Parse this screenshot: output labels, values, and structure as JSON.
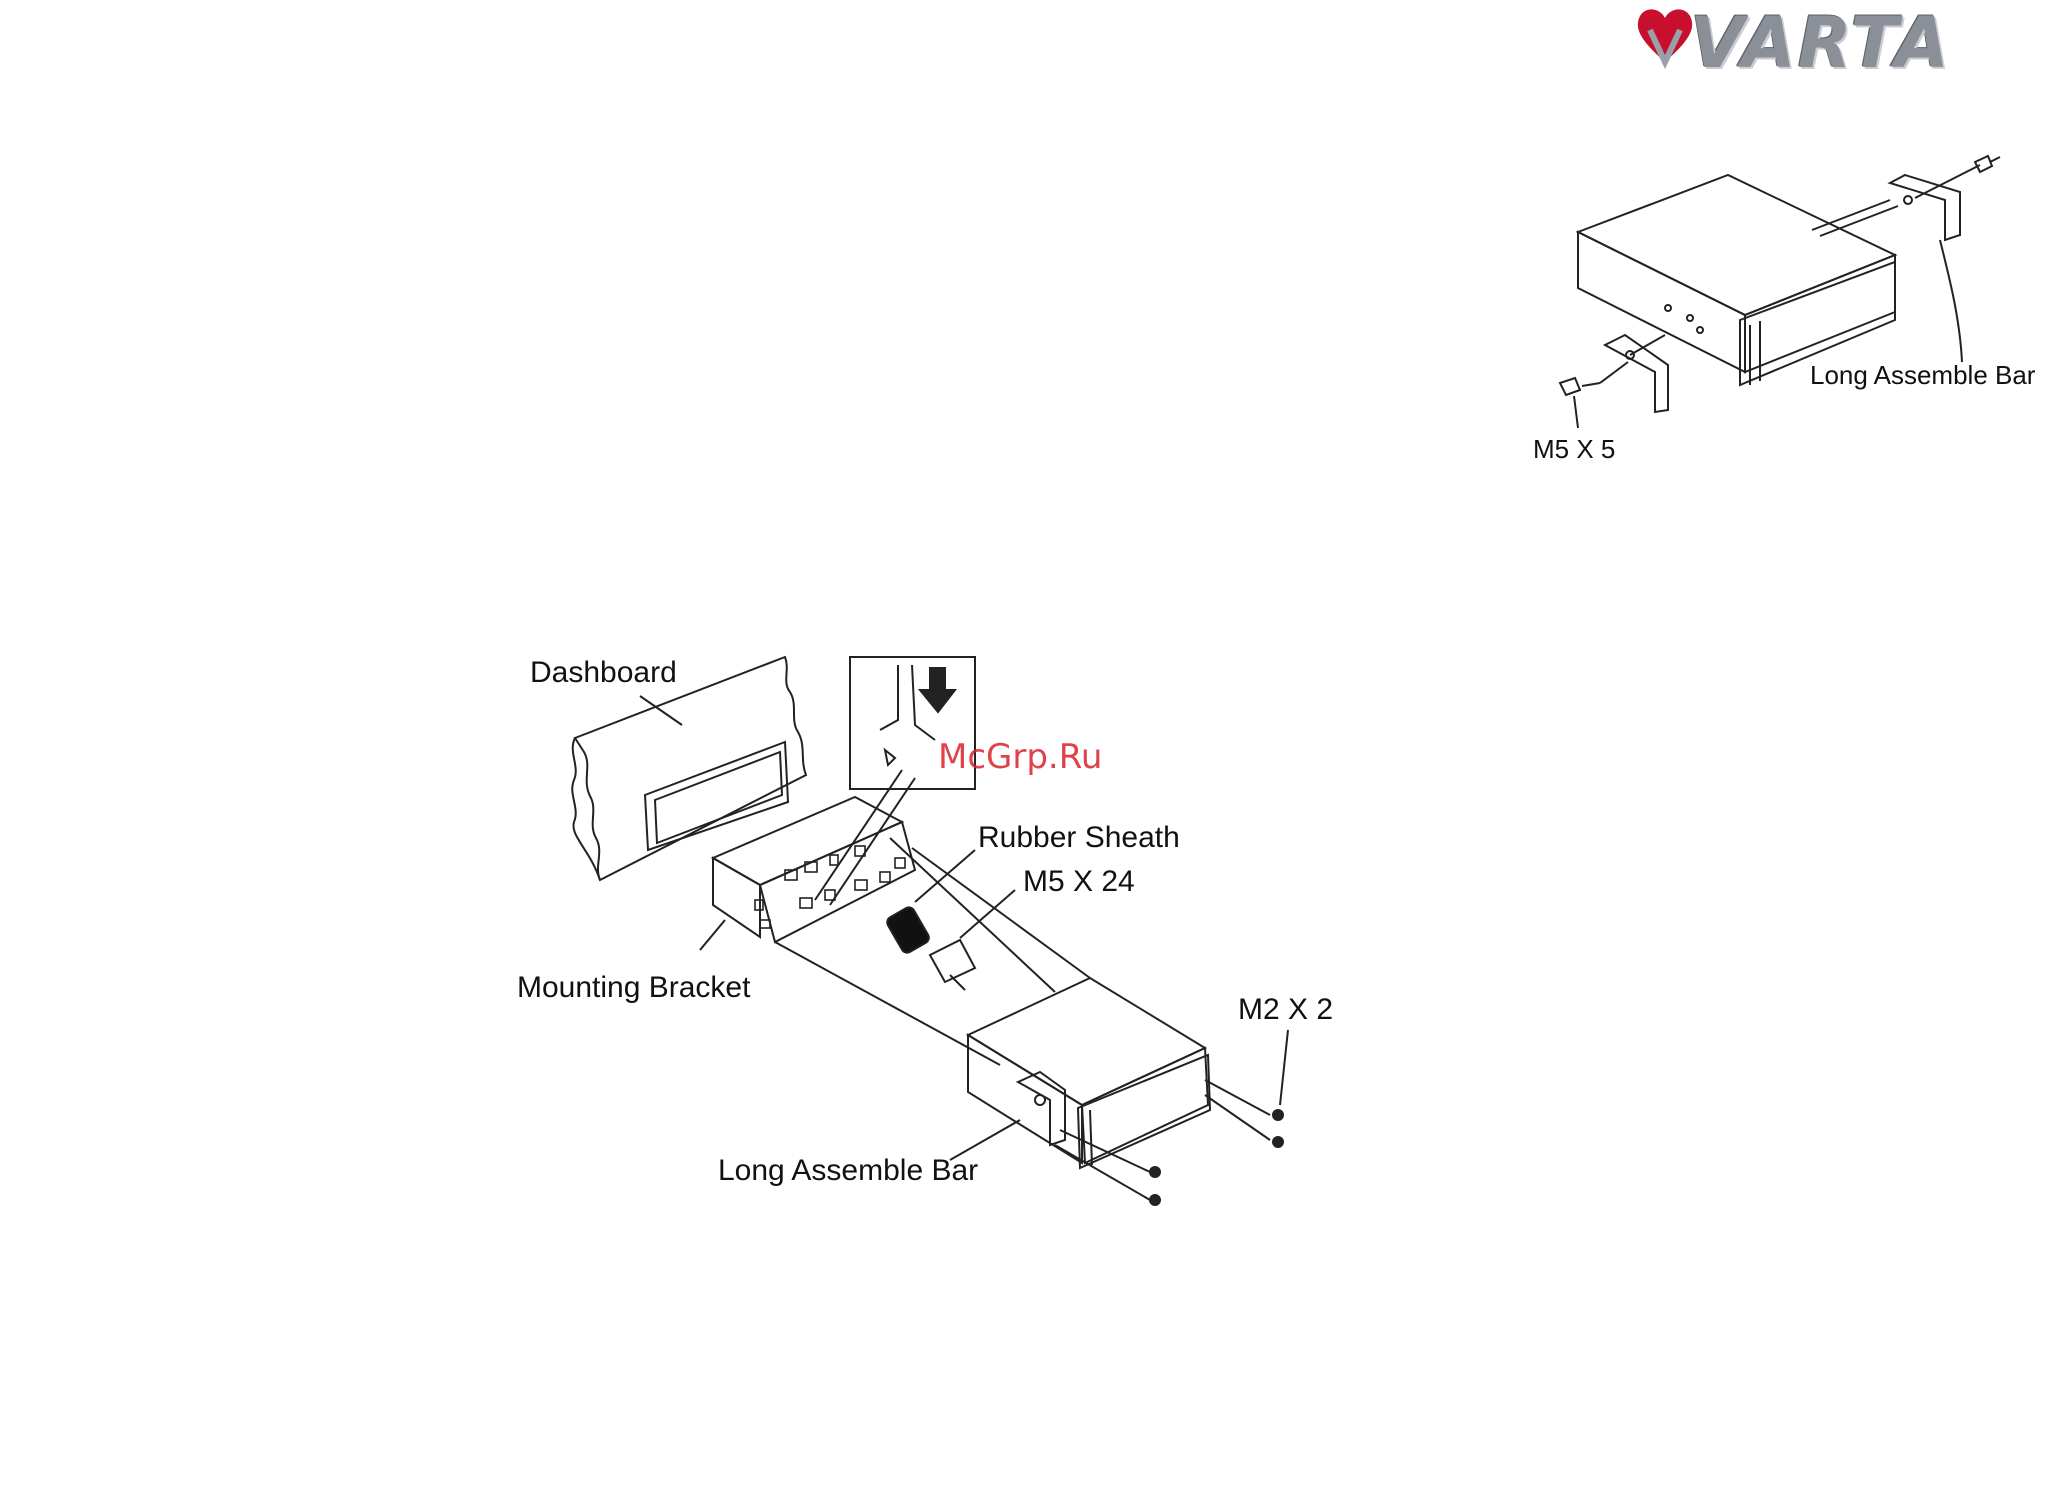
{
  "brand": {
    "logo_text": "VARTA",
    "logo_color": "#8a8f98",
    "heart_color": "#c8102e"
  },
  "watermark": "McGrp.Ru",
  "figure_top": {
    "labels": {
      "long_assemble_bar": "Long Assemble Bar",
      "screw": "M5 X 5"
    }
  },
  "figure_main": {
    "labels": {
      "dashboard": "Dashboard",
      "rubber_sheath": "Rubber Sheath",
      "bolt": "M5 X 24",
      "mounting_bracket": "Mounting Bracket",
      "small_screws": "M2 X 2",
      "long_assemble_bar": "Long Assemble Bar"
    }
  }
}
